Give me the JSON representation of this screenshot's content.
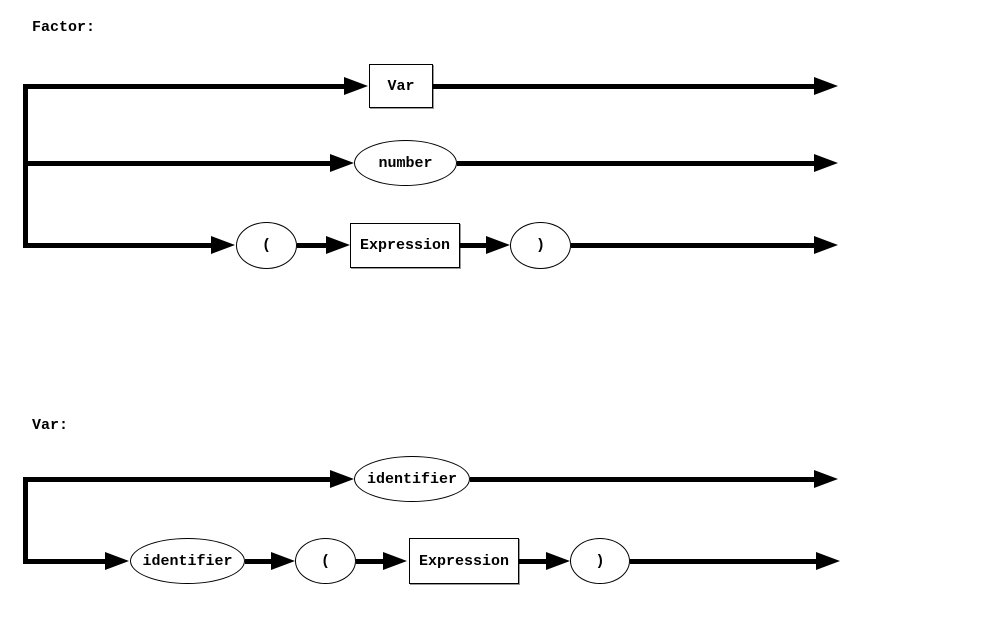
{
  "colors": {
    "line": "#000000",
    "text": "#000000",
    "node_border": "#000000",
    "node_fill": "#ffffff",
    "background": "#ffffff"
  },
  "diagrams": [
    {
      "title": "Factor:",
      "branches": [
        {
          "nodes": [
            {
              "type": "box",
              "label": "Var"
            }
          ]
        },
        {
          "nodes": [
            {
              "type": "ellipse",
              "label": "number"
            }
          ]
        },
        {
          "nodes": [
            {
              "type": "ellipse",
              "label": "("
            },
            {
              "type": "box",
              "label": "Expression"
            },
            {
              "type": "ellipse",
              "label": ")"
            }
          ]
        }
      ]
    },
    {
      "title": "Var:",
      "branches": [
        {
          "nodes": [
            {
              "type": "ellipse",
              "label": "identifier"
            }
          ]
        },
        {
          "nodes": [
            {
              "type": "ellipse",
              "label": "identifier"
            },
            {
              "type": "ellipse",
              "label": "("
            },
            {
              "type": "box",
              "label": "Expression"
            },
            {
              "type": "ellipse",
              "label": ")"
            }
          ]
        }
      ]
    }
  ]
}
